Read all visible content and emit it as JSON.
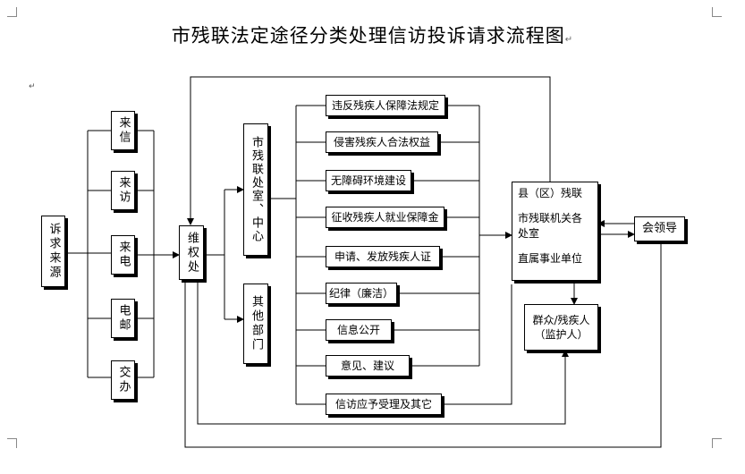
{
  "title": "市残联法定途径分类处理信访投诉请求流程图",
  "title_mark": "↵",
  "para_mark": "↵",
  "nodes": {
    "source": "诉求来源",
    "channels": [
      "来信",
      "来访",
      "来电",
      "电邮",
      "交办"
    ],
    "rights_office": "维权处",
    "office_center": "市残联处室、中心",
    "other_departments": "其他部门",
    "categories": [
      "违反残疾人保障法规定",
      "侵害残疾人合法权益",
      "无障碍环境建设",
      "征收残疾人就业保障金",
      "申请、发放残疾人证",
      "纪律（廉洁）",
      "信息公开",
      "意见、建议",
      "信访应予受理及其它"
    ],
    "handlers": {
      "line1": "县（区）残联",
      "line2": "市残联机关各处室",
      "line3": "直属事业单位"
    },
    "meeting_leader": "会领导",
    "public": "群众/残疾人（监护人）"
  }
}
